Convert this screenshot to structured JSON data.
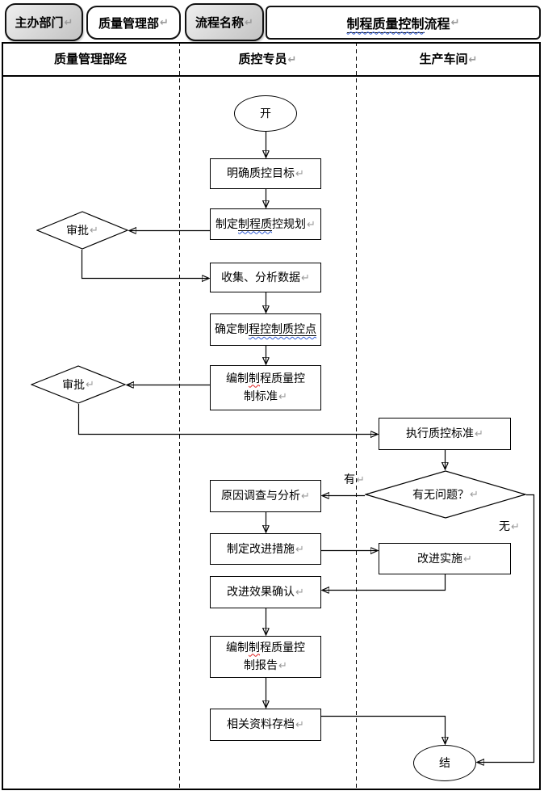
{
  "header": {
    "host_dept_label": "主办部门",
    "host_dept_value": "质量管理部",
    "flow_name_label": "流程名称",
    "flow_title_underlined": "制程质量控制",
    "flow_title_plain": "流程"
  },
  "lanes": {
    "left": "质量管理部经",
    "middle": "质控专员",
    "right": "生产车间"
  },
  "marks": {
    "return": "↵"
  },
  "flow": {
    "start": "开",
    "clarify_goal": "明确质控目标",
    "plan_p1": "制定",
    "plan_u": "制程质",
    "plan_p2": "控规划",
    "approve1": "审批",
    "collect": "收集、分析数据",
    "cp_p1": "确定制",
    "cp_u": "程控制质控点",
    "std_p1": "编制",
    "std_r": "制",
    "std_p2": "程质量控",
    "std_line2": "制标准",
    "approve2": "审批",
    "execute": "执行质控标准",
    "question": "有无问题？",
    "label_yes": "有",
    "label_no": "无",
    "cause": "原因调查与分析",
    "measures": "制定改进措施",
    "implement": "改进实施",
    "confirm": "改进效果确认",
    "report_p1": "编制",
    "report_r": "制",
    "report_p2": "程质量控",
    "report_line2": "制报告",
    "archive": "相关资料存档",
    "end": "结"
  }
}
